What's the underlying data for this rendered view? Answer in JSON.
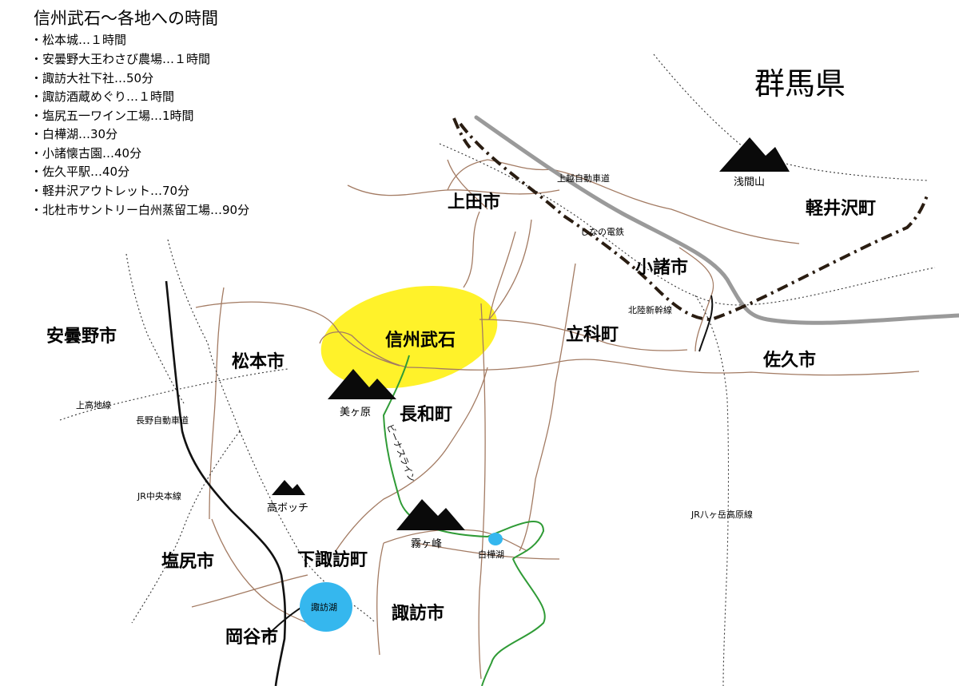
{
  "title": "信州武石〜各地への時間",
  "times": [
    "・松本城…１時間",
    "・安曇野大王わさび農場…１時間",
    "・諏訪大社下社…50分",
    "・諏訪酒蔵めぐり…１時間",
    "・塩尻五一ワイン工場…1時間",
    "・白樺湖…30分",
    "・小諸懐古園…40分",
    "・佐久平駅…40分",
    "・軽井沢アウトレット…70分",
    "・北杜市サントリー白州蒸留工場…90分"
  ],
  "prefecture": "群馬県",
  "highlight": {
    "name": "信州武石",
    "color": "#fff22a"
  },
  "cities": {
    "ueda": "上田市",
    "komoro": "小諸市",
    "karuizawa": "軽井沢町",
    "azumino": "安曇野市",
    "matsumoto": "松本市",
    "tateshina": "立科町",
    "saku": "佐久市",
    "nagawa": "長和町",
    "shiojiri": "塩尻市",
    "shimosuwa": "下諏訪町",
    "suwa": "諏訪市",
    "okaya": "岡谷市"
  },
  "mountains": {
    "asama": "浅間山",
    "utsukushigahara": "美ヶ原",
    "takabocchi": "高ボッチ",
    "kirigamine": "霧ヶ峰"
  },
  "lakes": {
    "suwa": "諏訪湖",
    "shirakaba": "白樺湖",
    "color": "#35b7ee"
  },
  "routes": {
    "joshinetsu": "上越自動車道",
    "shinano": "しなの電鉄",
    "hokuriku": "北陸新幹線",
    "kamikochi": "上高地線",
    "nagano_exp": "長野自動車道",
    "chuo": "JR中央本線",
    "koumi": "JR八ヶ岳高原線",
    "venus": "ビーナスライン"
  },
  "colors": {
    "road": "#a37b63",
    "venus": "#2f9b36",
    "expressway": "#9a9a9a",
    "railway": "#2a1d12"
  }
}
